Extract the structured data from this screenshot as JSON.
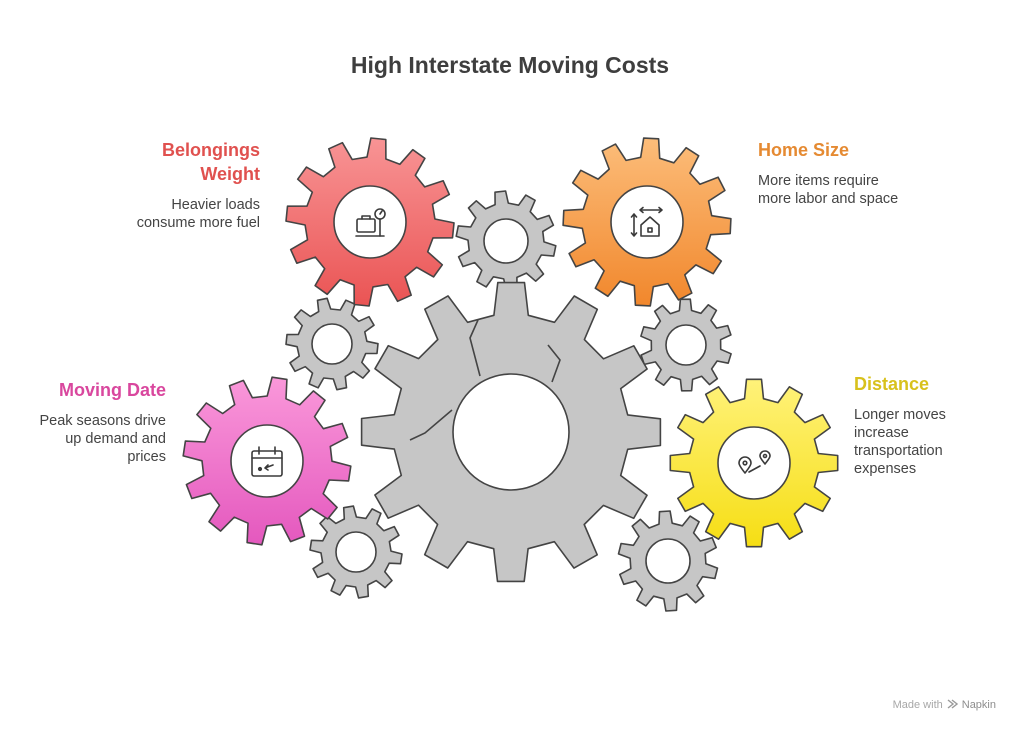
{
  "title": "High Interstate Moving Costs",
  "items": [
    {
      "key": "belongings",
      "title": "Belongings Weight",
      "description": "Heavier loads consume more fuel",
      "color": "#e0514f",
      "icon": "luggage-scale-icon"
    },
    {
      "key": "home-size",
      "title": "Home Size",
      "description": "More items require more labor and space",
      "color": "#e58a32",
      "icon": "house-dimensions-icon"
    },
    {
      "key": "moving-date",
      "title": "Moving Date",
      "description": "Peak seasons drive up demand and prices",
      "color": "#d9479e",
      "icon": "calendar-icon"
    },
    {
      "key": "distance",
      "title": "Distance",
      "description": "Longer moves increase transportation expenses",
      "color": "#d8c11c",
      "icon": "route-pins-icon"
    }
  ],
  "footer": {
    "made_with": "Made with",
    "brand": "Napkin"
  }
}
